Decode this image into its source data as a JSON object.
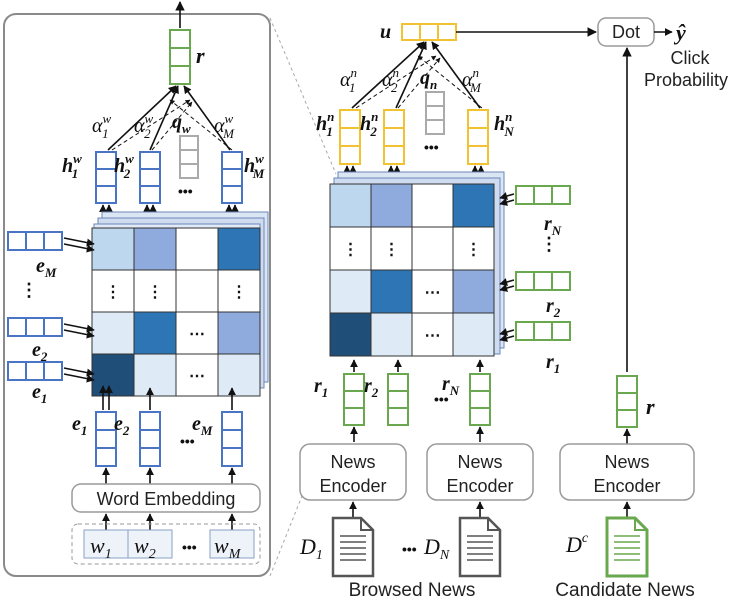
{
  "panel_left": {
    "r_label": "r",
    "alpha_1": "α",
    "alpha_1_sup": "w",
    "alpha_1_sub": "1",
    "alpha_2": "α",
    "alpha_2_sup": "w",
    "alpha_2_sub": "2",
    "alpha_m": "α",
    "alpha_m_sup": "w",
    "alpha_m_sub": "M",
    "q_label": "q",
    "q_sub": "w",
    "h_1": "h",
    "h_1_sup": "w",
    "h_1_sub": "1",
    "h_2": "h",
    "h_2_sup": "w",
    "h_2_sub": "2",
    "h_m": "h",
    "h_m_sup": "w",
    "h_m_sub": "M",
    "e_m_side": "e",
    "e_m_side_sub": "M",
    "e_2_side": "e",
    "e_2_side_sub": "2",
    "e_1_side": "e",
    "e_1_side_sub": "1",
    "e_1_bottom": "e",
    "e_1_bottom_sub": "1",
    "e_2_bottom": "e",
    "e_2_bottom_sub": "2",
    "e_m_bottom": "e",
    "e_m_bottom_sub": "M",
    "word_embedding": "Word Embedding",
    "w_1": "w",
    "w_1_sub": "1",
    "w_2": "w",
    "w_2_sub": "2",
    "w_m": "w",
    "w_m_sub": "M",
    "ellipsis": "•••",
    "vdots": "⋮"
  },
  "panel_middle": {
    "u_label": "u",
    "alpha_1": "α",
    "alpha_1_sup": "n",
    "alpha_1_sub": "1",
    "alpha_2": "α",
    "alpha_2_sup": "n",
    "alpha_2_sub": "2",
    "alpha_m": "α",
    "alpha_m_sup": "n",
    "alpha_m_sub": "M",
    "q_label": "q",
    "q_sub": "n",
    "h_1": "h",
    "h_1_sup": "n",
    "h_1_sub": "1",
    "h_2": "h",
    "h_2_sup": "n",
    "h_2_sub": "2",
    "h_n": "h",
    "h_n_sup": "n",
    "h_n_sub": "N",
    "r_n_side": "r",
    "r_n_side_sub": "N",
    "r_2_side": "r",
    "r_2_side_sub": "2",
    "r_1_side": "r",
    "r_1_side_sub": "1",
    "r_1_bottom": "r",
    "r_1_bottom_sub": "1",
    "r_2_bottom": "r",
    "r_2_bottom_sub": "2",
    "r_n_bottom": "r",
    "r_n_bottom_sub": "N",
    "news_encoder_1_line1": "News",
    "news_encoder_1_line2": "Encoder",
    "news_encoder_2_line1": "News",
    "news_encoder_2_line2": "Encoder",
    "d_1": "D",
    "d_1_sub": "1",
    "d_n": "D",
    "d_n_sub": "N",
    "browsed_news": "Browsed News",
    "ellipsis": "•••",
    "vdots": "⋮"
  },
  "panel_right": {
    "dot": "Dot",
    "y_hat": "ŷ",
    "click_line1": "Click",
    "click_line2": "Probability",
    "r_label": "r",
    "news_encoder_line1": "News",
    "news_encoder_line2": "Encoder",
    "d_c": "D",
    "d_c_sup": "c",
    "candidate_news": "Candidate News"
  },
  "colors": {
    "green": "#6aa84f",
    "blue": "#4a74c4",
    "yellow": "#f1c232",
    "gray": "#aaaaaa",
    "matrix_darkest": "#1f4e79",
    "matrix_dark": "#2e75b6",
    "matrix_mid": "#8faadc",
    "matrix_light": "#bdd7ee",
    "matrix_pale": "#deebf7"
  }
}
